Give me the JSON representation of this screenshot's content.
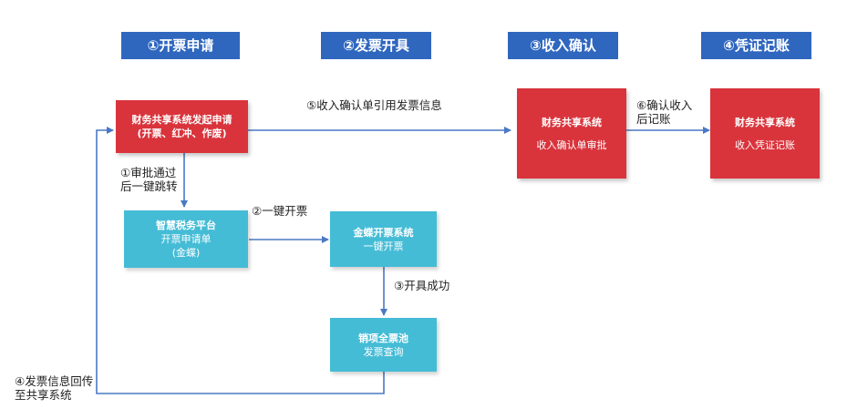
{
  "headers": [
    {
      "label": "①开票申请"
    },
    {
      "label": "②发票开具"
    },
    {
      "label": "③收入确认"
    },
    {
      "label": "④凭证记账"
    }
  ],
  "boxes": {
    "initiate": {
      "title": "财务共享系统发起申请",
      "sub": "(开票、红冲、作废)"
    },
    "tax_platform": {
      "title": "智慧税务平台",
      "line2": "开票申请单",
      "line3": "(金蝶)"
    },
    "kingdee": {
      "title": "金蝶开票系统",
      "sub": "一键开票"
    },
    "pool": {
      "title": "销项全票池",
      "sub": "发票查询"
    },
    "income": {
      "title": "财务共享系统",
      "sub": "收入确认单审批"
    },
    "voucher": {
      "title": "财务共享系统",
      "sub": "收入凭证记账"
    }
  },
  "labels": {
    "cite": "⑤收入确认单引用发票信息",
    "approve": "①审批通过\n后一键跳转",
    "oneclick": "②一键开票",
    "success": "③开具成功",
    "posting": "⑥确认收入\n后记账",
    "return": "④发票信息回传\n至共享系统"
  },
  "colors": {
    "header": "#2f67bf",
    "red": "#d9343c",
    "cyan": "#45bcd6",
    "arrow": "#4a78c4"
  }
}
